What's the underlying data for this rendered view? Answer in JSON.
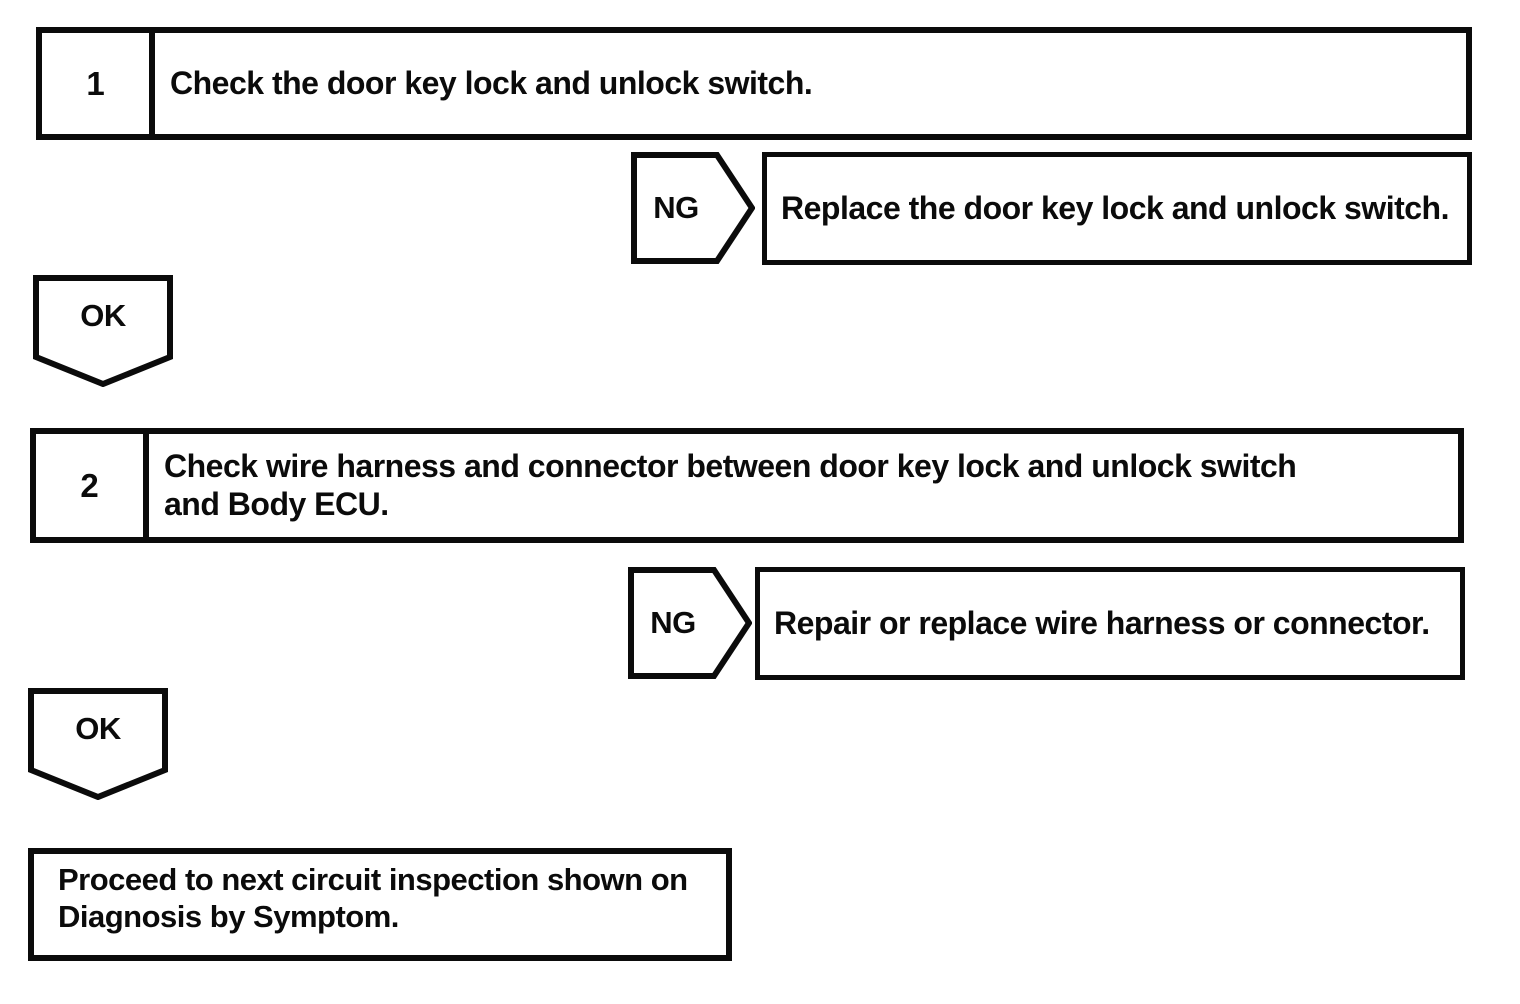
{
  "page": {
    "ink_color": "#000000",
    "paper_color": "#ffffff"
  },
  "flowchart": {
    "steps": [
      {
        "number": "1",
        "instruction": "Check the door key lock and unlock switch.",
        "ng": {
          "label": "NG",
          "result": "Replace the door key lock and unlock switch."
        },
        "ok": {
          "label": "OK"
        }
      },
      {
        "number": "2",
        "instruction": "Check wire harness and connector between door key lock and unlock switch and Body ECU.",
        "ng": {
          "label": "NG",
          "result": "Repair or replace wire harness or connector."
        },
        "ok": {
          "label": "OK"
        }
      }
    ],
    "final_instruction": "Proceed to next circuit inspection shown on Diagnosis by Symptom."
  }
}
